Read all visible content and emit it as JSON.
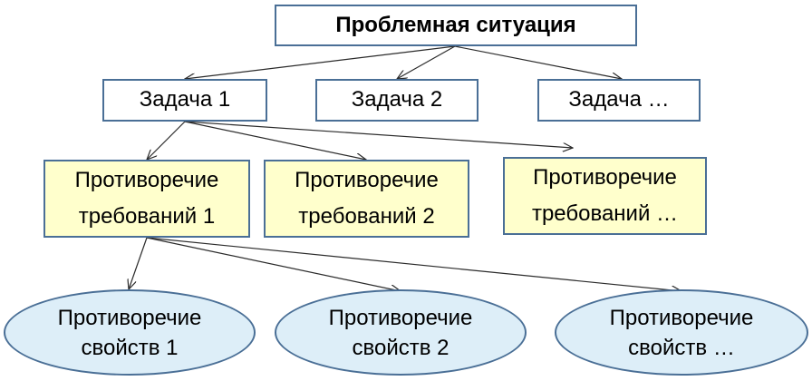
{
  "root": {
    "label": "Проблемная ситуация"
  },
  "tasks": [
    {
      "label": "Задача 1"
    },
    {
      "label": "Задача 2"
    },
    {
      "label": "Задача …"
    }
  ],
  "requirement_contradictions": [
    {
      "line1": "Противоречие",
      "line2": "требований 1"
    },
    {
      "line1": "Противоречие",
      "line2": "требований 2"
    },
    {
      "line1": "Противоречие",
      "line2": "требований …"
    }
  ],
  "property_contradictions": [
    {
      "line1": "Противоречие",
      "line2": "свойств 1"
    },
    {
      "line1": "Противоречие",
      "line2": "свойств 2"
    },
    {
      "line1": "Противоречие",
      "line2": "свойств …"
    }
  ],
  "colors": {
    "border": "#4a6f96",
    "requirement_fill": "#ffffcc",
    "property_fill": "#ddeef8",
    "arrow": "#2b2b2b"
  }
}
